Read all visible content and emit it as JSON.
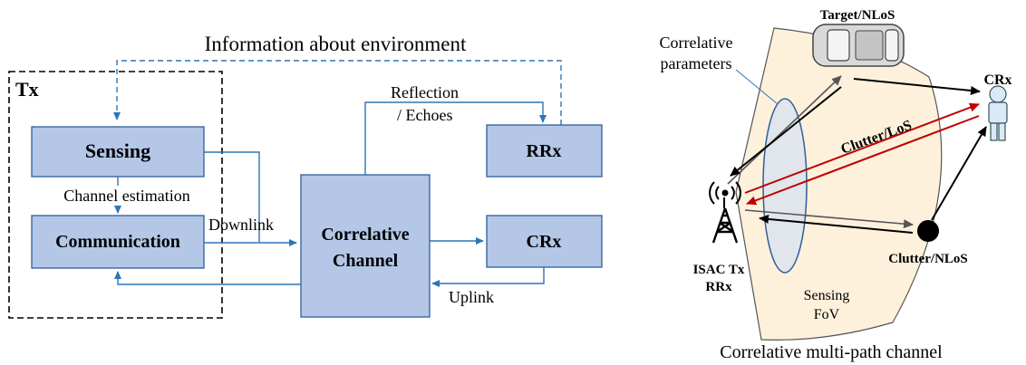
{
  "left_diagram": {
    "info_label": "Information about environment",
    "tx_label": "Tx",
    "sensing_label": "Sensing",
    "channel_estimation_label": "Channel estimation",
    "communication_label": "Communication",
    "downlink_label": "Downlink",
    "correlative_channel_line1": "Correlative",
    "correlative_channel_line2": "Channel",
    "reflection_line1": "Reflection",
    "reflection_line2": "/ Echoes",
    "rrx_label": "RRx",
    "crx_label": "CRx",
    "uplink_label": "Uplink"
  },
  "right_diagram": {
    "correlative_params_line1": "Correlative",
    "correlative_params_line2": "parameters",
    "target_label": "Target/NLoS",
    "crx_label": "CRx",
    "clutter_los_label": "Clutter/LoS",
    "isac_tx_label": "ISAC Tx",
    "rrx_label": "RRx",
    "clutter_nlos_label": "Clutter/NLoS",
    "sensing_fov_line1": "Sensing",
    "sensing_fov_line2": "FoV",
    "caption": "Correlative multi-path channel"
  },
  "colors": {
    "box_fill": "#b4c7e7",
    "box_stroke": "#2e5f9a",
    "flow_line": "#2e75b6",
    "fov_fill": "#fdf1dc",
    "ellipse_fill": "#d6e2f0",
    "los_red": "#c00000"
  }
}
